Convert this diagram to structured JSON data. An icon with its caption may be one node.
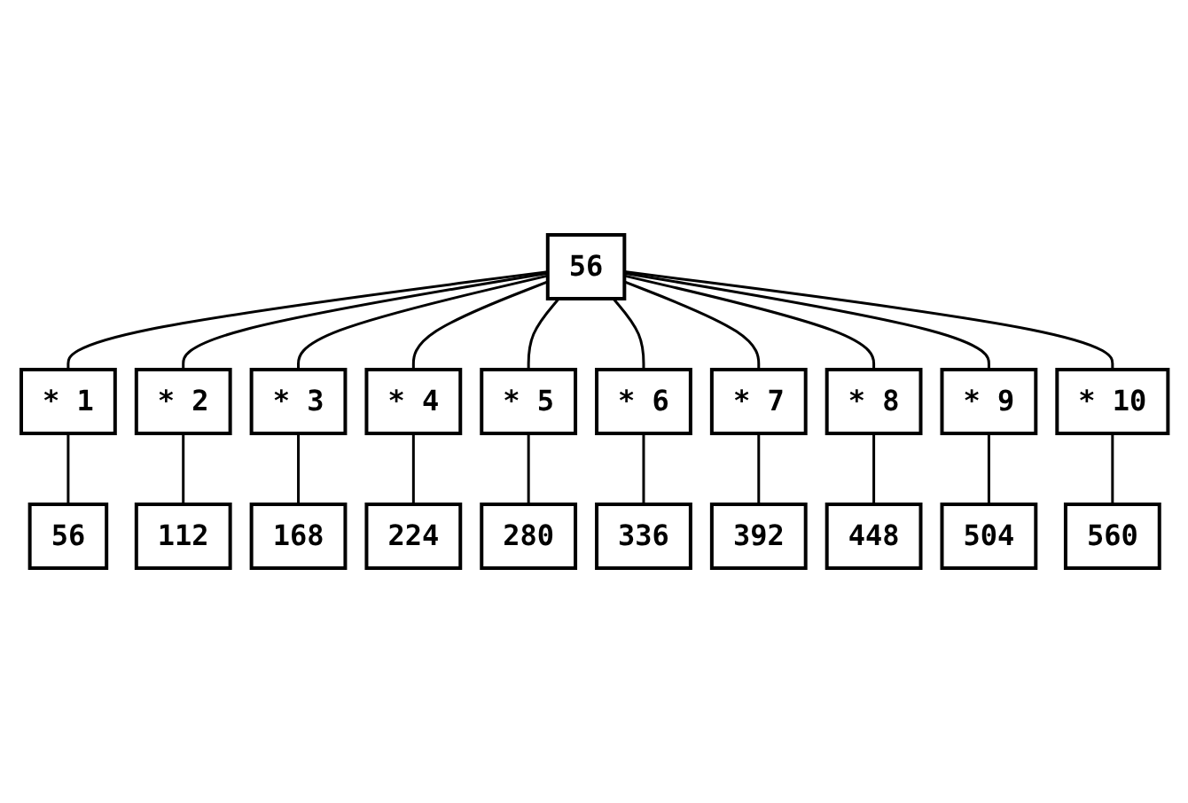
{
  "diagram": {
    "nodes": [
      {
        "text": [
          "56"
        ]
      },
      {
        "text": [
          "* 1"
        ]
      },
      {
        "text": [
          "56"
        ]
      },
      {
        "text": [
          "* 2"
        ]
      },
      {
        "text": [
          "112"
        ]
      },
      {
        "text": [
          "* 3"
        ]
      },
      {
        "text": [
          "168"
        ]
      },
      {
        "text": [
          "* 4"
        ]
      },
      {
        "text": [
          "224"
        ]
      },
      {
        "text": [
          "* 5"
        ]
      },
      {
        "text": [
          "280"
        ]
      },
      {
        "text": [
          "* 6"
        ]
      },
      {
        "text": [
          "336"
        ]
      },
      {
        "text": [
          "* 7"
        ]
      },
      {
        "text": [
          "392"
        ]
      },
      {
        "text": [
          "* 8"
        ]
      },
      {
        "text": [
          "448"
        ]
      },
      {
        "text": [
          "* 9"
        ]
      },
      {
        "text": [
          "504"
        ]
      },
      {
        "text": [
          "* 10"
        ]
      },
      {
        "text": [
          "560"
        ]
      }
    ],
    "edges": [
      {
        "from": 0,
        "to": 1,
        "arrow": "none"
      },
      {
        "from": 0,
        "to": 3,
        "arrow": "none"
      },
      {
        "from": 0,
        "to": 5,
        "arrow": "none"
      },
      {
        "from": 0,
        "to": 7,
        "arrow": "none"
      },
      {
        "from": 0,
        "to": 9,
        "arrow": "none"
      },
      {
        "from": 0,
        "to": 11,
        "arrow": "none"
      },
      {
        "from": 0,
        "to": 13,
        "arrow": "none"
      },
      {
        "from": 0,
        "to": 15,
        "arrow": "none"
      },
      {
        "from": 0,
        "to": 17,
        "arrow": "none"
      },
      {
        "from": 0,
        "to": 19,
        "arrow": "none"
      },
      {
        "from": 1,
        "to": 2,
        "arrow": "none"
      },
      {
        "from": 3,
        "to": 4,
        "arrow": "none"
      },
      {
        "from": 5,
        "to": 6,
        "arrow": "none"
      },
      {
        "from": 7,
        "to": 8,
        "arrow": "none"
      },
      {
        "from": 9,
        "to": 10,
        "arrow": "none"
      },
      {
        "from": 11,
        "to": 12,
        "arrow": "none"
      },
      {
        "from": 13,
        "to": 14,
        "arrow": "none"
      },
      {
        "from": 15,
        "to": 16,
        "arrow": "none"
      },
      {
        "from": 17,
        "to": 18,
        "arrow": "none"
      },
      {
        "from": 19,
        "to": 20,
        "arrow": "none"
      }
    ]
  }
}
